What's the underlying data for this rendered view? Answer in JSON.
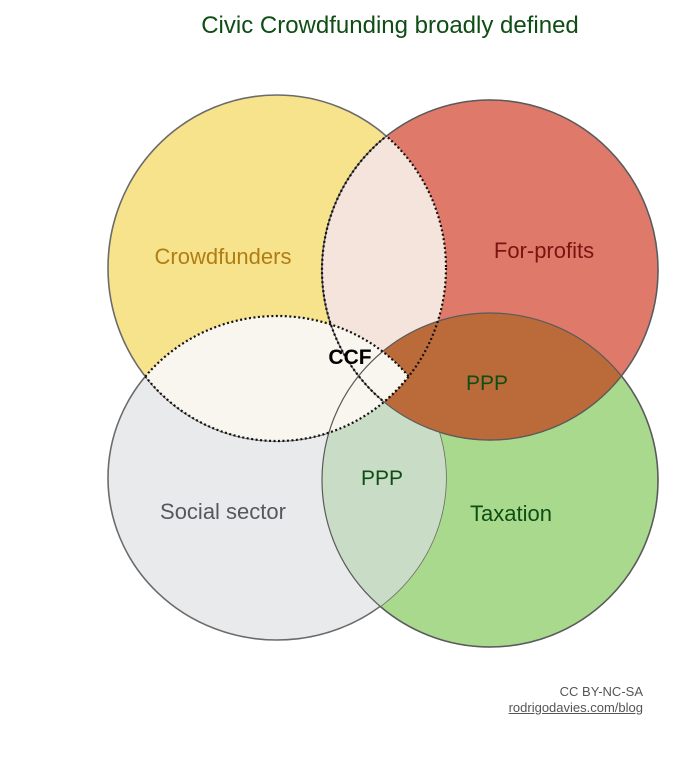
{
  "title": "Civic Crowdfunding broadly defined",
  "sets": {
    "crowdfunders": {
      "label": "Crowdfunders",
      "fill": "#f7e38c",
      "text_color": "#b07d14"
    },
    "for_profits": {
      "label": "For-profits",
      "fill": "#df7a6b",
      "text_color": "#7a1410"
    },
    "social_sector": {
      "label": "Social sector",
      "fill": "#e9eaec",
      "text_color": "#55595e"
    },
    "taxation": {
      "label": "Taxation",
      "fill": "#a9d98d",
      "text_color": "#0e4d14"
    }
  },
  "intersections": {
    "ccf": {
      "label": "CCF",
      "fill": "#f9f6f0",
      "text_color": "#000000"
    },
    "ppp_top": {
      "label": "PPP",
      "fill": "#bb6a3a",
      "text_color": "#0e4d14"
    },
    "ppp_bottom": {
      "label": "PPP",
      "fill": "#c9dcc5",
      "text_color": "#0e4d14"
    }
  },
  "pair_overlap_color": "#f5e4dc",
  "credit": {
    "license": "CC BY-NC-SA",
    "link": "rodrigodavies.com/blog"
  }
}
